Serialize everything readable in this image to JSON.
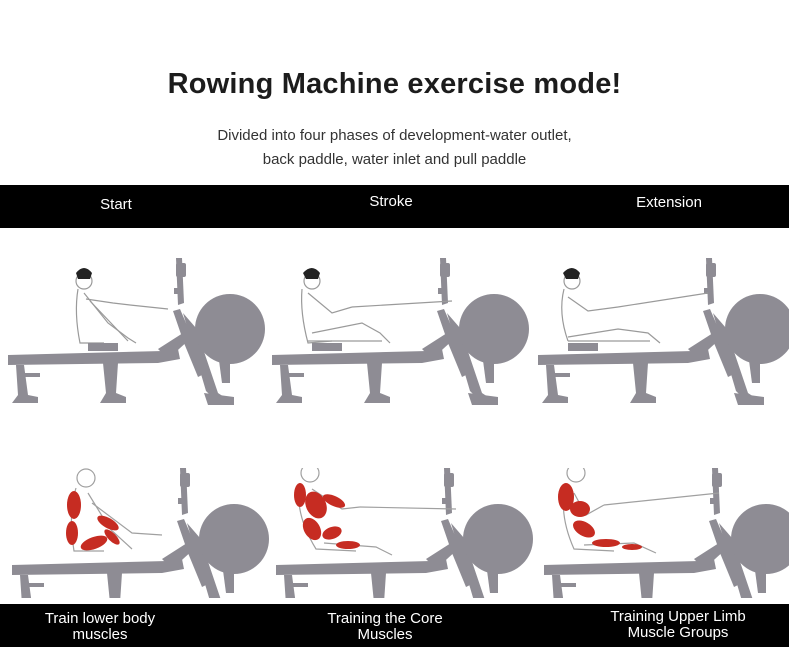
{
  "header": {
    "title": "Rowing Machine exercise mode!",
    "subtitle_line1": "Divided into four phases of development-water outlet,",
    "subtitle_line2": "back paddle, water inlet and pull paddle"
  },
  "phases": [
    {
      "label": "Start"
    },
    {
      "label": "Stroke"
    },
    {
      "label": "Extension"
    }
  ],
  "captions": [
    {
      "line1": "Train lower body",
      "line2": "muscles"
    },
    {
      "line1": "Training the Core",
      "line2": "Muscles"
    },
    {
      "line1": "Training Upper Limb",
      "line2": "Muscle Groups"
    }
  ],
  "colors": {
    "machine": "#8e8c94",
    "muscle": "#c62c22",
    "band": "#000000"
  }
}
